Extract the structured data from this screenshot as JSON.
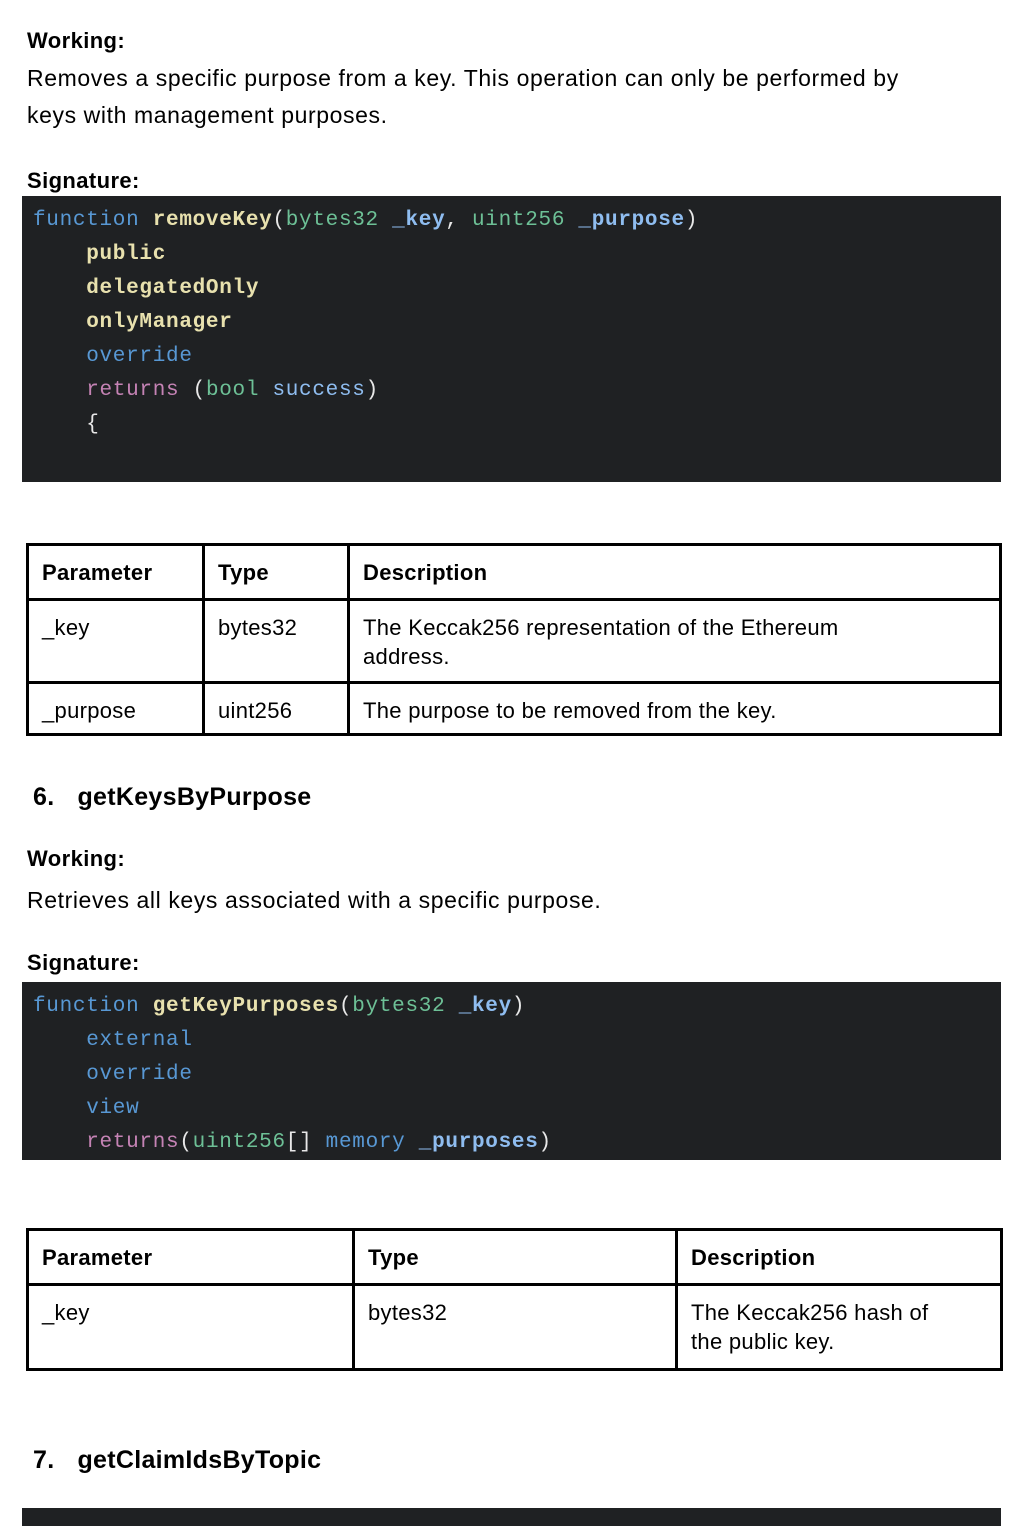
{
  "colors": {
    "code_bg": "#1f2123",
    "keyword": "#5898d4",
    "name": "#e8e1ae",
    "type": "#6dc096",
    "param": "#8fbdf0",
    "returns": "#c583b5",
    "punct": "#e8e8e8"
  },
  "section5": {
    "working_label": "Working:",
    "working_lines": [
      "Removes a specific purpose from a key. This operation can only be performed by",
      "keys with management purposes."
    ],
    "signature_label": "Signature:",
    "code": {
      "lines": [
        [
          {
            "t": "function ",
            "c": "keyword"
          },
          {
            "t": "removeKey",
            "c": "name",
            "b": true
          },
          {
            "t": "(",
            "c": "punct"
          },
          {
            "t": "bytes32",
            "c": "type"
          },
          {
            "t": " _key",
            "c": "param",
            "b": true
          },
          {
            "t": ",",
            "c": "punct"
          },
          {
            "t": " uint256",
            "c": "type"
          },
          {
            "t": " _purpose",
            "c": "param",
            "b": true
          },
          {
            "t": ")",
            "c": "punct"
          }
        ],
        [
          {
            "t": "    public",
            "c": "name",
            "b": true
          }
        ],
        [
          {
            "t": "    delegatedOnly",
            "c": "name",
            "b": true
          }
        ],
        [
          {
            "t": "    onlyManager",
            "c": "name",
            "b": true
          }
        ],
        [
          {
            "t": "    override",
            "c": "keyword"
          }
        ],
        [
          {
            "t": "    returns",
            "c": "returns"
          },
          {
            "t": " (",
            "c": "punct"
          },
          {
            "t": "bool",
            "c": "type"
          },
          {
            "t": " success",
            "c": "param"
          },
          {
            "t": ")",
            "c": "punct"
          }
        ],
        [
          {
            "t": "    {",
            "c": "punct"
          }
        ]
      ]
    },
    "table": {
      "headers": [
        "Parameter",
        "Type",
        "Description"
      ],
      "rows": [
        [
          "_key",
          "bytes32",
          "The Keccak256 representation of the Ethereum address."
        ],
        [
          "_purpose",
          "uint256",
          "The purpose to be removed from the key."
        ]
      ]
    }
  },
  "section6": {
    "number": "6.",
    "title": "getKeysByPurpose",
    "working_label": "Working:",
    "working_lines": [
      "Retrieves all keys associated with a specific purpose."
    ],
    "signature_label": "Signature:",
    "code": {
      "lines": [
        [
          {
            "t": "function ",
            "c": "keyword"
          },
          {
            "t": "getKeyPurposes",
            "c": "name",
            "b": true
          },
          {
            "t": "(",
            "c": "punct"
          },
          {
            "t": "bytes32",
            "c": "type"
          },
          {
            "t": " _key",
            "c": "param",
            "b": true
          },
          {
            "t": ")",
            "c": "punct"
          }
        ],
        [
          {
            "t": "    external",
            "c": "keyword"
          }
        ],
        [
          {
            "t": "    override",
            "c": "keyword"
          }
        ],
        [
          {
            "t": "    view",
            "c": "keyword"
          }
        ],
        [
          {
            "t": "    returns",
            "c": "returns"
          },
          {
            "t": "(",
            "c": "punct"
          },
          {
            "t": "uint256",
            "c": "type"
          },
          {
            "t": "[] ",
            "c": "punct"
          },
          {
            "t": "memory",
            "c": "keyword"
          },
          {
            "t": " _purposes",
            "c": "param",
            "b": true
          },
          {
            "t": ")",
            "c": "punct"
          }
        ]
      ]
    },
    "table": {
      "headers": [
        "Parameter",
        "Type",
        "Description"
      ],
      "rows": [
        [
          "_key",
          "bytes32",
          "The Keccak256 hash of the public key."
        ]
      ]
    }
  },
  "section7": {
    "number": "7.",
    "title": "getClaimIdsByTopic"
  }
}
